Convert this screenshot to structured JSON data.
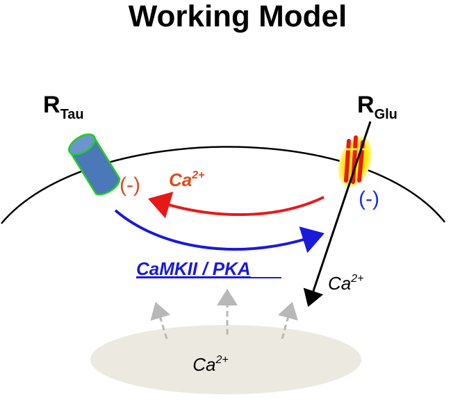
{
  "title": "Working Model",
  "receptor_tau": {
    "main": "R",
    "sub": "Tau",
    "inhibit": "(-)"
  },
  "receptor_glu": {
    "main": "R",
    "sub": "Glu",
    "inhibit": "(-)"
  },
  "ca_feedback": {
    "base": "Ca",
    "sup": "2+"
  },
  "ca_influx": {
    "base": "Ca",
    "sup": "2+"
  },
  "ca_store": {
    "base": "Ca",
    "sup": "2+"
  },
  "kinases": "CaMKII / PKA",
  "colors": {
    "tau_receptor_fill": "#4a78b8",
    "tau_receptor_outline": "#22d022",
    "inhibit_tau": "#e04a1a",
    "inhibit_glu": "#1a2ee0",
    "feedback_arrow": "#e81818",
    "kinase_arrow": "#1a1adb",
    "store_fill": "#eceae0",
    "store_arrows": "#b8b8b8"
  }
}
